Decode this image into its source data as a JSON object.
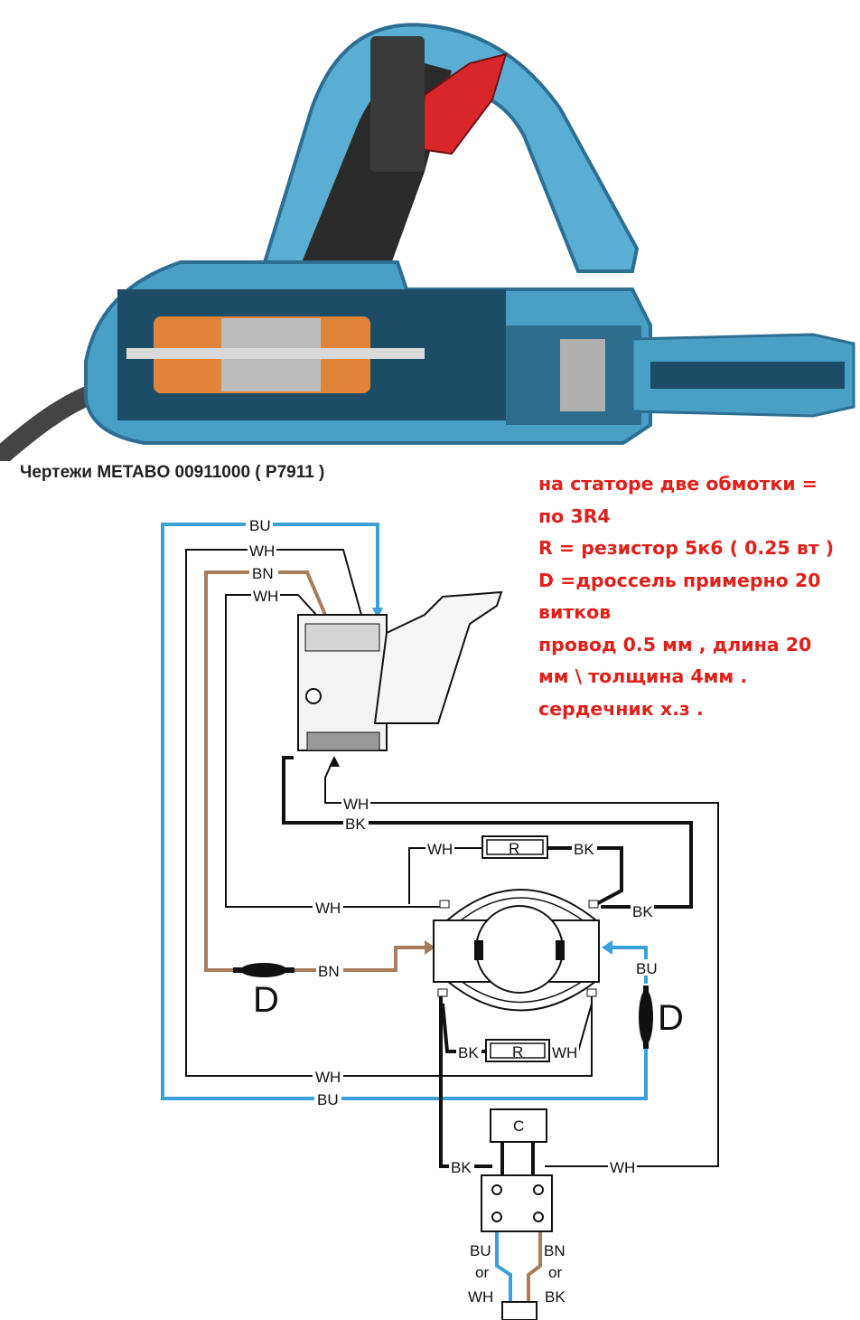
{
  "caption": "Чертежи METABO 00911000 ( P7911 )",
  "notes": [
    "на статоре две обмотки =",
    "по 3R4",
    "R = резистор 5к6 ( 0.25 вт )",
    "D =дроссель примерно 20",
    "витков",
    "провод 0.5 мм , длина 20",
    "мм \\ толщина 4мм .",
    "сердечник х.з ."
  ],
  "wire_labels": {
    "top_bu": "BU",
    "top_wh1": "WH",
    "top_bn": "BN",
    "top_wh2": "WH",
    "sw_wh": "WH",
    "sw_bk": "BK",
    "r_top_wh": "WH",
    "r_top_bk": "BK",
    "stator_bk": "BK",
    "left_wh": "WH",
    "left_bn": "BN",
    "right_bu": "BU",
    "r_bot_bk": "BK",
    "r_bot_wh": "WH",
    "bottom_wh": "WH",
    "bottom_bu": "BU",
    "term_bk": "BK",
    "term_wh": "WH",
    "cord_left_1": "BU",
    "cord_left_2": "or",
    "cord_left_3": "WH",
    "cord_right_1": "BN",
    "cord_right_2": "or",
    "cord_right_3": "BK"
  },
  "components": {
    "resistor_top": "R",
    "resistor_bottom": "R",
    "choke_left": "D",
    "choke_right": "D",
    "capacitor": "C"
  },
  "colors": {
    "blue_wire": "#3aa1d8",
    "brown_wire": "#a97c5a",
    "black_wire": "#111111",
    "notes_red": "#e0201a",
    "housing_blue": "#4a9fc6",
    "armature_orange": "#e0843a",
    "trigger_red": "#d8262b"
  }
}
